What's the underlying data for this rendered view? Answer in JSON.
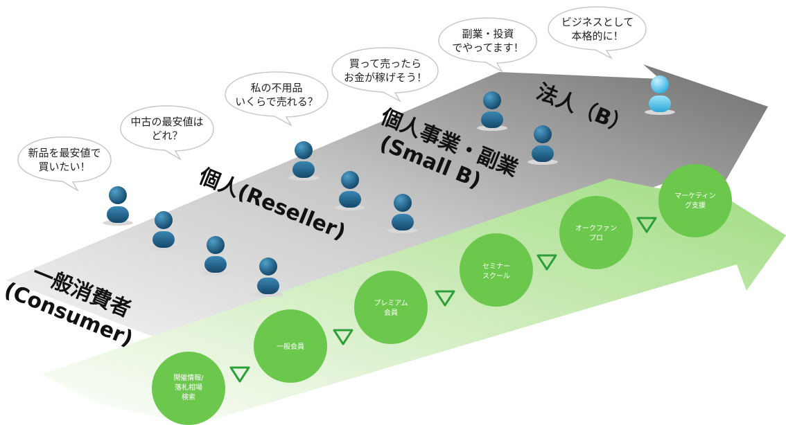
{
  "bubbles": [
    {
      "line1": "新品を最安値で",
      "line2": "買いたい！"
    },
    {
      "line1": "中古の最安値は",
      "line2": "どれ？"
    },
    {
      "line1": "私の不用品",
      "line2": "いくらで売れる？"
    },
    {
      "line1": "買って売ったら",
      "line2": "お金が稼げそう！"
    },
    {
      "line1": "副業・投資",
      "line2": "でやってます！"
    },
    {
      "line1": "ビジネスとして",
      "line2": "本格的に！"
    }
  ],
  "stages": {
    "consumer": {
      "line1": "一般消費者",
      "line2": "(Consumer)"
    },
    "reseller": {
      "line1": "個人(Reseller)"
    },
    "small_b": {
      "line1": "個人事業・副業",
      "line2": "(Small B)"
    },
    "corporate": {
      "line1": "法人（B）"
    }
  },
  "services": [
    {
      "line1": "開催情報/",
      "line2": "落札相場",
      "line3": "検索"
    },
    {
      "line1": "一般会員"
    },
    {
      "line1": "プレミアム",
      "line2": "会員"
    },
    {
      "line1": "セミナー",
      "line2": "スクール"
    },
    {
      "line1": "オークファン",
      "line2": "プロ"
    },
    {
      "line1": "マーケティン",
      "line2": "グ支援"
    }
  ],
  "colors": {
    "person_dark": "#1d5a80",
    "person_highlight": "#5ec8ec",
    "service_green": "#6cc84c",
    "arrow_green": "#b8e6a4",
    "triangle_green": "#2e9e3a",
    "arrow_gray": "#8a8a8a"
  }
}
